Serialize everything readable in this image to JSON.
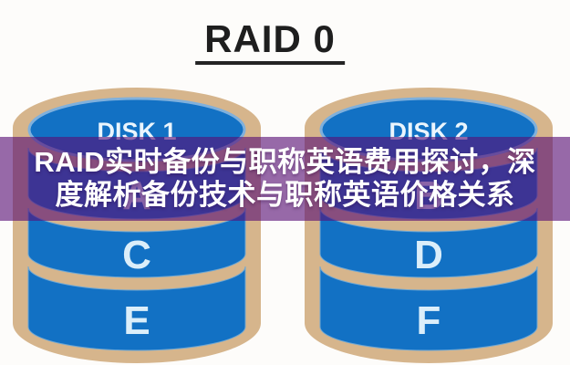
{
  "title": {
    "text": "RAID 0"
  },
  "overlay": {
    "line1": "RAID实时备份与职称英语费用探讨，深",
    "line2": "度解析备份技术与职称英语价格关系",
    "bg_hex": "#580e76",
    "text_color": "#ffffff"
  },
  "disks": [
    {
      "name": "DISK 1",
      "segments": [
        "A",
        "C",
        "E"
      ]
    },
    {
      "name": "DISK 2",
      "segments": [
        "B",
        "D",
        "F"
      ]
    }
  ],
  "colors": {
    "disk_blue": "#1271c4",
    "disk_tan": "#d6b58c",
    "disk_rim_blue": "#7fb0dc",
    "segment_letter": "#dbeefa",
    "disk_label_text": "#eaf5fd",
    "title_text": "#1e1e1e",
    "background": "#fdfcfa"
  }
}
